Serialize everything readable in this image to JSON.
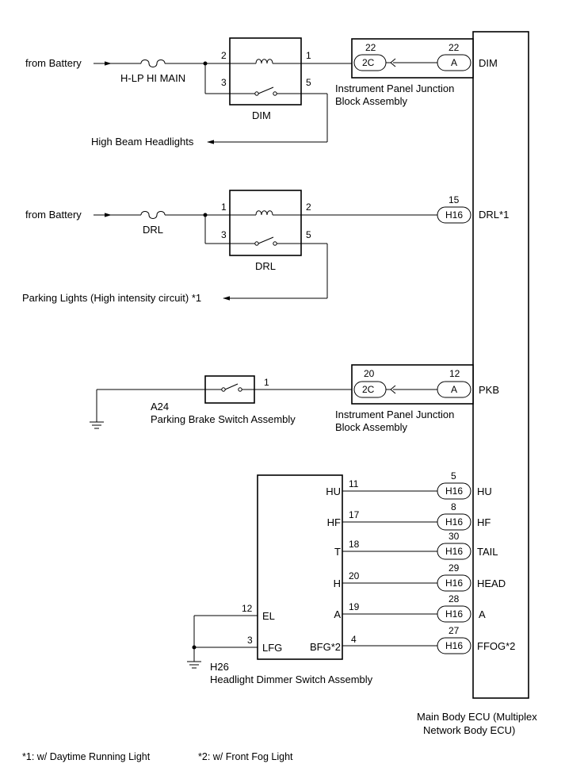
{
  "relay_dim": {
    "source": "from Battery",
    "fuse": "H-LP HI MAIN",
    "name": "DIM",
    "pins": [
      "2",
      "3",
      "1",
      "5"
    ],
    "load": "High Beam Headlights",
    "ipjb_pins": [
      "22",
      "22"
    ],
    "ipjb_conn": [
      "2C",
      "A"
    ],
    "ipjb_name": [
      "Instrument Panel Junction",
      "Block Assembly"
    ],
    "ecu_signal": "DIM"
  },
  "relay_drl": {
    "source": "from Battery",
    "fuse": "DRL",
    "name": "DRL",
    "pins": [
      "1",
      "3",
      "2",
      "5"
    ],
    "load": "Parking Lights (High intensity circuit) *1",
    "ecu_pin": "15",
    "ecu_conn": "H16",
    "ecu_signal": "DRL*1"
  },
  "parking_brake": {
    "code": "A24",
    "name": "Parking Brake Switch Assembly",
    "pin": "1",
    "ipjb_pins": [
      "20",
      "12"
    ],
    "ipjb_conn": [
      "2C",
      "A"
    ],
    "ipjb_name": [
      "Instrument Panel Junction",
      "Block Assembly"
    ],
    "ecu_signal": "PKB"
  },
  "dimmer_switch": {
    "code": "H26",
    "name": "Headlight Dimmer Switch Assembly",
    "left": [
      {
        "term": "EL",
        "pin": "12"
      },
      {
        "term": "LFG",
        "pin": "3"
      }
    ],
    "right": [
      {
        "term": "HU",
        "pin": "11",
        "ecu_pin": "5",
        "conn": "H16",
        "signal": "HU"
      },
      {
        "term": "HF",
        "pin": "17",
        "ecu_pin": "8",
        "conn": "H16",
        "signal": "HF"
      },
      {
        "term": "T",
        "pin": "18",
        "ecu_pin": "30",
        "conn": "H16",
        "signal": "TAIL"
      },
      {
        "term": "H",
        "pin": "20",
        "ecu_pin": "29",
        "conn": "H16",
        "signal": "HEAD"
      },
      {
        "term": "A",
        "pin": "19",
        "ecu_pin": "28",
        "conn": "H16",
        "signal": "A"
      },
      {
        "term": "BFG*2",
        "pin": "4",
        "ecu_pin": "27",
        "conn": "H16",
        "signal": "FFOG*2"
      }
    ]
  },
  "ecu_name": [
    "Main Body ECU (Multiplex",
    "Network Body ECU)"
  ],
  "footnotes": [
    "*1: w/ Daytime Running Light",
    "*2: w/ Front Fog Light"
  ]
}
